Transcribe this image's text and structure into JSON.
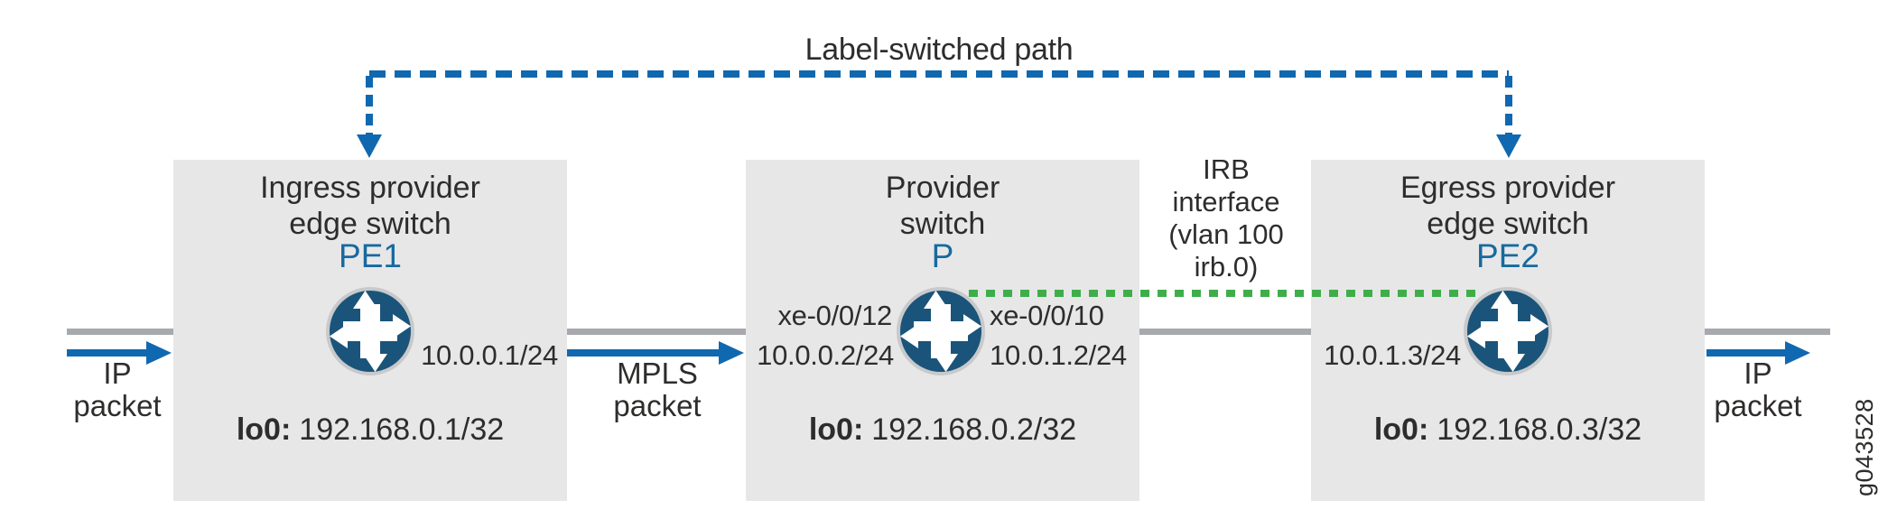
{
  "title": "Label-switched path",
  "figure_id": "g043528",
  "flow_labels": {
    "left": {
      "line1": "IP",
      "line2": "packet"
    },
    "middle": {
      "line1": "MPLS",
      "line2": "packet"
    },
    "right": {
      "line1": "IP",
      "line2": "packet"
    }
  },
  "irb_note": {
    "line1": "IRB",
    "line2": "interface",
    "line3": "(vlan 100",
    "line4": "irb.0)"
  },
  "nodes": [
    {
      "name": "PE1",
      "icon": "juniper-router-switch-icon",
      "role_line1": "Ingress provider",
      "role_line2": "edge switch",
      "egress_ip": "10.0.0.1/24",
      "loopback_label": "lo0:",
      "loopback": "192.168.0.1/32"
    },
    {
      "name": "P",
      "icon": "juniper-router-switch-icon",
      "role_line1": "Provider",
      "role_line2": "switch",
      "ingress_if": "xe-0/0/12",
      "egress_if": "xe-0/0/10",
      "ingress_ip": "10.0.0.2/24",
      "egress_ip": "10.0.1.2/24",
      "loopback_label": "lo0:",
      "loopback": "192.168.0.2/32"
    },
    {
      "name": "PE2",
      "icon": "juniper-router-switch-icon",
      "role_line1": "Egress provider",
      "role_line2": "edge switch",
      "ingress_ip": "10.0.1.3/24",
      "loopback_label": "lo0:",
      "loopback": "192.168.0.3/32"
    }
  ],
  "colors": {
    "link_blue": "#1068b0",
    "device_label_blue": "#166a9f",
    "icon_fill_blue": "#1a547a",
    "icon_ring_gray": "#c8c9cb",
    "irb_green": "#3fae4a",
    "box_gray": "#e7e7e8",
    "wire_gray": "#a7a9ac",
    "text_dark": "#2e2d2c",
    "background": "#ffffff"
  }
}
